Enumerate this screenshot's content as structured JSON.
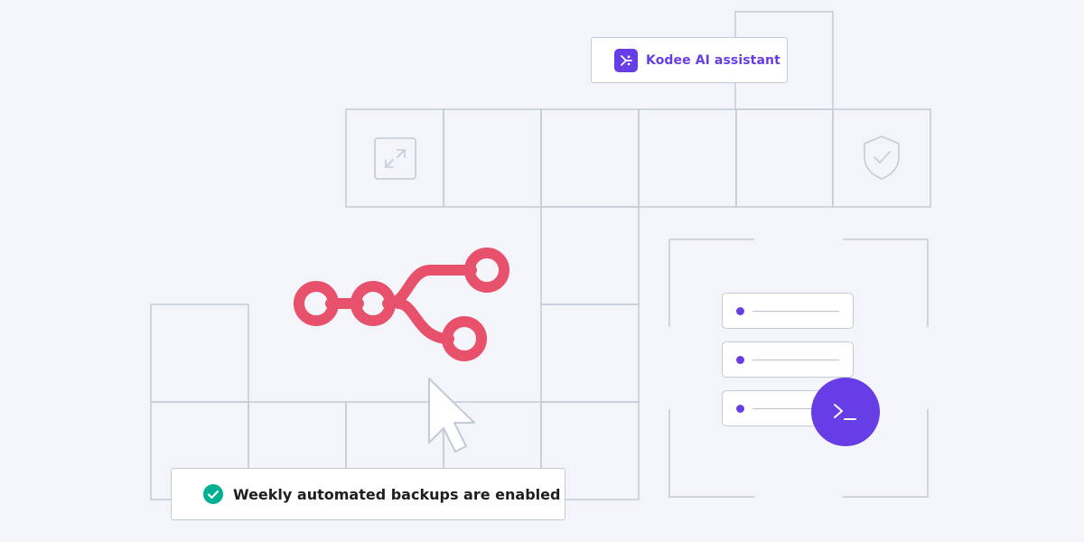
{
  "assistant_badge": {
    "label": "Kodee AI assistant",
    "icon": "kodee-sparkle-icon"
  },
  "backup_notice": {
    "label": "Weekly automated backups are enabled",
    "icon": "check-circle-icon"
  },
  "icons": {
    "expand": "expand-arrows-icon",
    "shield": "shield-check-icon",
    "git": "git-branch-icon",
    "cursor": "mouse-pointer-icon",
    "terminal": "terminal-prompt-icon"
  },
  "list": {
    "rows": 3
  },
  "colors": {
    "background": "#f4f5fa",
    "grid_line": "#c3cbd8",
    "accent_purple": "#673de6",
    "git_pink": "#e8516b",
    "success_green": "#00b090",
    "text_dark": "#1d1e20"
  }
}
